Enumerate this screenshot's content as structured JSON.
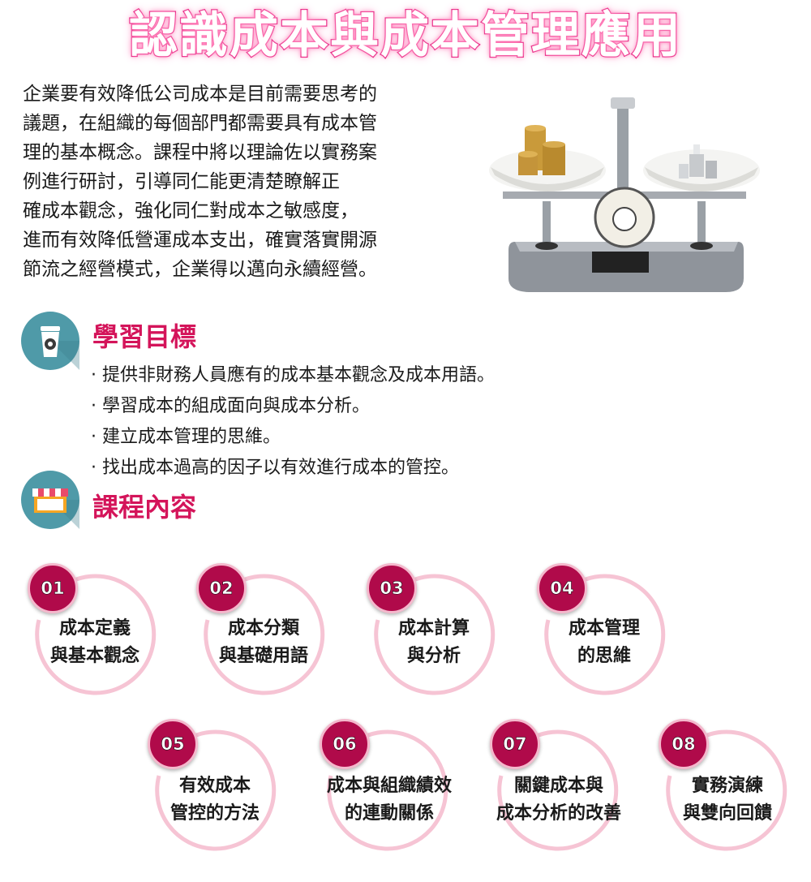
{
  "title": "認識成本與成本管理應用",
  "intro": [
    "企業要有效降低公司成本是目前需要思考的",
    "議題，在組織的每個部門都需要具有成本管",
    "理的基本概念。課程中將以理論佐以實務案",
    "例進行研討，引導同仁能更清楚瞭解正",
    "確成本觀念，強化同仁對成本之敏感度，",
    "進而有效降低營運成本支出，確實落實開源",
    "節流之經營模式，企業得以邁向永續經營。"
  ],
  "goals": {
    "heading": "學習目標",
    "items": [
      "· 提供非財務人員應有的成本基本觀念及成本用語。",
      "· 學習成本的組成面向與成本分析。",
      "· 建立成本管理的思維。",
      "· 找出成本過高的因子以有效進行成本的管控。"
    ]
  },
  "course": {
    "heading": "課程內容",
    "modules": [
      {
        "num": "01",
        "line1": "成本定義",
        "line2": "與基本觀念"
      },
      {
        "num": "02",
        "line1": "成本分類",
        "line2": "與基礎用語"
      },
      {
        "num": "03",
        "line1": "成本計算",
        "line2": "與分析"
      },
      {
        "num": "04",
        "line1": "成本管理",
        "line2": "的思維"
      },
      {
        "num": "05",
        "line1": "有效成本",
        "line2": "管控的方法"
      },
      {
        "num": "06",
        "line1": "成本與組織績效",
        "line2": "的連動關係"
      },
      {
        "num": "07",
        "line1": "關鍵成本與",
        "line2": "成本分析的改善"
      },
      {
        "num": "08",
        "line1": "實務演練",
        "line2": "與雙向回饋"
      }
    ]
  },
  "colors": {
    "accent": "#d4145a",
    "badge": "#b00a4a",
    "ring": "#f6c4d4",
    "icon_bg": "#4f9aa8"
  }
}
